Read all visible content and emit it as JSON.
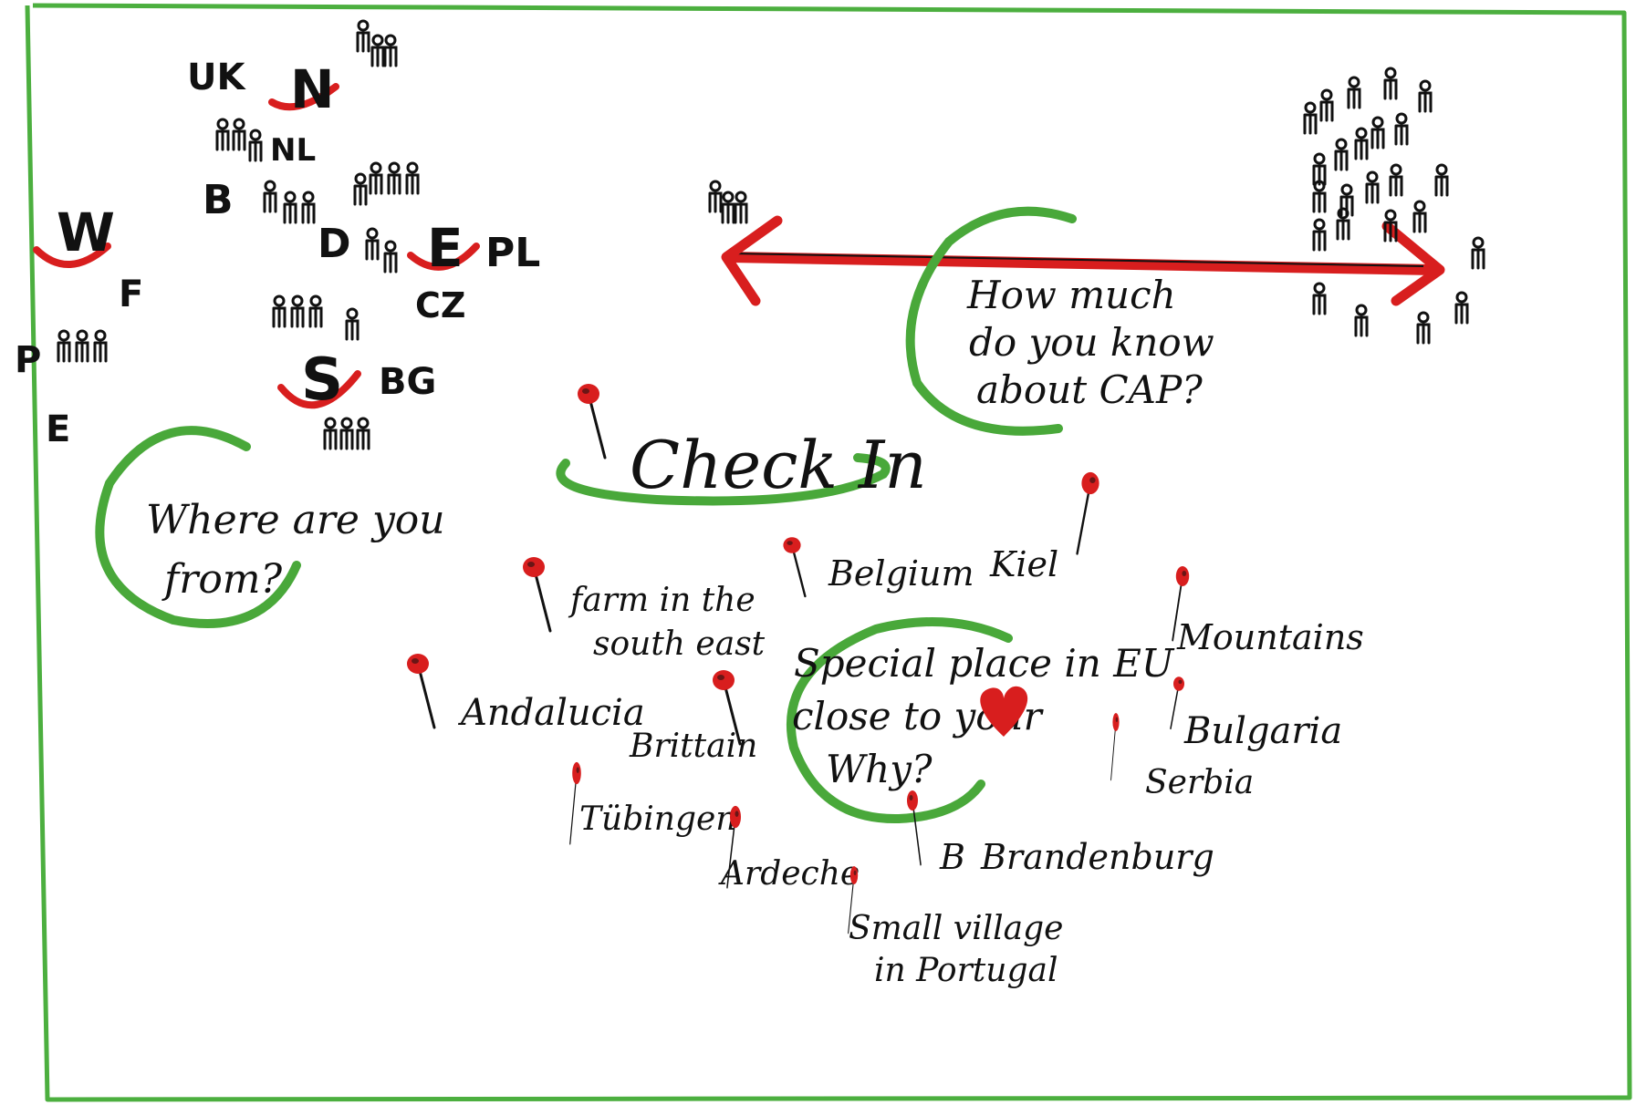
{
  "colors": {
    "frame": "#4caf3f",
    "accent_red": "#d81e1e",
    "ink": "#111111",
    "green_swoosh": "#49a83a"
  },
  "title": "Check In",
  "origin": {
    "question": [
      "Where are you",
      "from?"
    ],
    "regions": {
      "north": "N",
      "west": "W",
      "east": "E",
      "south": "S"
    },
    "countries": [
      "UK",
      "NL",
      "B",
      "D",
      "F",
      "P",
      "E",
      "PL",
      "CZ",
      "BG"
    ]
  },
  "cap": {
    "question": [
      "How much",
      "do you know",
      "about CAP?"
    ]
  },
  "special_place": {
    "question": [
      "Special place in EU",
      "close to your",
      "Why?"
    ],
    "heart_icon": "heart-icon",
    "pins": [
      {
        "label": [
          "farm in the",
          "south east"
        ]
      },
      {
        "label": [
          "Belgium"
        ]
      },
      {
        "label": [
          "Kiel"
        ]
      },
      {
        "label": [
          "Mountains"
        ]
      },
      {
        "label": [
          "Andalucia"
        ]
      },
      {
        "label": [
          "Brittain"
        ]
      },
      {
        "label": [
          "Bulgaria"
        ]
      },
      {
        "label": [
          "Serbia"
        ]
      },
      {
        "label": [
          "Tübingen"
        ]
      },
      {
        "label": [
          "Ardeche"
        ]
      },
      {
        "label": [
          "B",
          "Brandenburg"
        ]
      },
      {
        "label": [
          "Small village",
          "in Portugal"
        ]
      }
    ]
  }
}
